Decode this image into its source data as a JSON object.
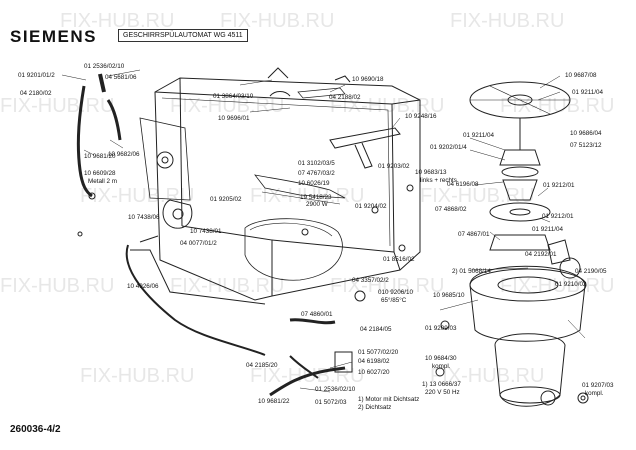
{
  "header": {
    "brand": "SIEMENS",
    "model": "GESCHIRRSPÜLAUTOMAT WG 4511"
  },
  "footer": {
    "doc_id": "260036-4/2"
  },
  "watermark": "FIX-HUB.RU",
  "part_labels": [
    "01 2536/02/10",
    "01 9201/01/2",
    "04 5681/06",
    "04 2180/02",
    "10 9681/20",
    "10 6609/28",
    "Metall 2 m",
    "10 9682/06",
    "01 3864/03/10",
    "10 9690/18",
    "04 2188/02",
    "10 9696/01",
    "10 9248/16",
    "10 9687/08",
    "01 9211/04",
    "10 9686/04",
    "07 5123/12",
    "01 9211/04",
    "01 9202/01/4",
    "01 3102/03/5",
    "07 4767/03/2",
    "10 6026/19",
    "01 9203/02",
    "10 9683/13",
    "links + rechts",
    "04 6196/08",
    "01 9212/01",
    "01 9205/02",
    "19 5418/23",
    "2900 W",
    "01 9204/02",
    "07 4868/02",
    "10 7438/06",
    "10 7438/01",
    "04 0077/01/2",
    "01 9212/01",
    "07 4867/01",
    "01 9211/04",
    "01 8516/02",
    "04 2192/01",
    "2) 01 5068/14",
    "04 2190/05",
    "10 4926/06",
    "04 3357/02/2",
    "010 9206/10",
    "65°/85°C",
    "01 9210/02",
    "10 9685/10",
    "07 4860/01",
    "04 2184/05",
    "01 9209/03",
    "01 5077/02/20",
    "10 9684/30",
    "kompl.",
    "04 2185/20",
    "10 6027/20",
    "04 6198/02",
    "1) 13 0666/37",
    "220 V 50 Hz",
    "01 9207/03",
    "kompl.",
    "01 2536/02/10",
    "10 9681/22",
    "01 5072/03"
  ],
  "legend": [
    "1) Motor mit Dichtsatz",
    "2) Dichtsatz"
  ]
}
